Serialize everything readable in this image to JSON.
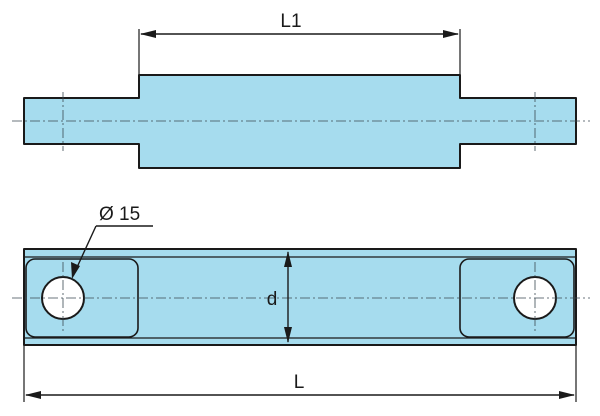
{
  "drawing": {
    "dimensions": {
      "flange_length_label": "L1",
      "overall_length_label": "L",
      "width_label": "d",
      "hole_diameter_label": "Ø 15"
    },
    "colors": {
      "part_fill": "#a6dcee",
      "outline": "#1a1a1a",
      "hole_fill": "#ffffff"
    }
  }
}
